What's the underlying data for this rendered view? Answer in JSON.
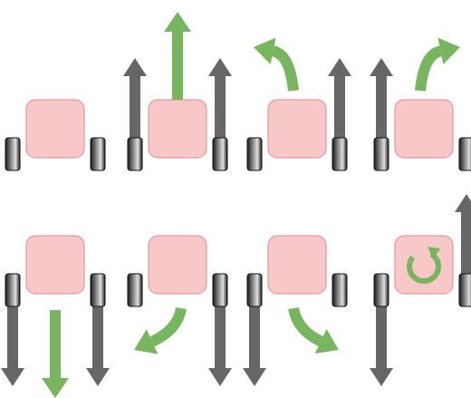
{
  "colors": {
    "background": "#ffffff",
    "body_fill": "#f8c8c8",
    "body_stroke": "#e08a8a",
    "wheel_dark": "#1a1a1a",
    "wheel_light": "#e0e0e0",
    "wheel_stroke": "#111111",
    "track_arrow": "#666666",
    "motion_arrow": "#77b55e"
  },
  "panels": [
    {
      "row": 1,
      "col": 1,
      "left_wheel": "stop",
      "right_wheel": "stop",
      "motion": "stationary"
    },
    {
      "row": 1,
      "col": 2,
      "left_wheel": "forward",
      "right_wheel": "forward",
      "motion": "straight-forward"
    },
    {
      "row": 1,
      "col": 3,
      "left_wheel": "stop",
      "right_wheel": "forward",
      "motion": "pivot-forward-left"
    },
    {
      "row": 1,
      "col": 4,
      "left_wheel": "forward",
      "right_wheel": "stop",
      "motion": "pivot-forward-right"
    },
    {
      "row": 2,
      "col": 1,
      "left_wheel": "backward",
      "right_wheel": "backward",
      "motion": "straight-backward"
    },
    {
      "row": 2,
      "col": 2,
      "left_wheel": "stop",
      "right_wheel": "backward",
      "motion": "pivot-backward-left"
    },
    {
      "row": 2,
      "col": 3,
      "left_wheel": "backward",
      "right_wheel": "stop",
      "motion": "pivot-backward-right"
    },
    {
      "row": 2,
      "col": 4,
      "left_wheel": "backward",
      "right_wheel": "forward",
      "motion": "spin-in-place"
    }
  ]
}
